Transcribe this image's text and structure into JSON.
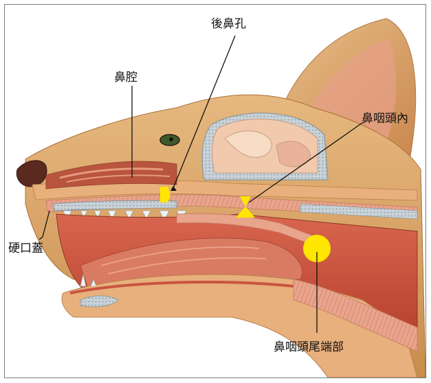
{
  "labels": {
    "posterior_nares": "後鼻孔",
    "nasal_cavity": "鼻腔",
    "nasopharynx_inner": "鼻咽頭內",
    "hard_palate": "硬口蓋",
    "nasopharynx_caudal": "鼻咽頭尾端部"
  },
  "colors": {
    "marker": "#ffe600",
    "leader": "#111111",
    "fur": "#d8a56b",
    "muscle": "#c9523e",
    "mucosa": "#e9a48c",
    "bone": "#b9c6cf",
    "brain": "#f1c9ad",
    "nose": "#5a2a20"
  }
}
